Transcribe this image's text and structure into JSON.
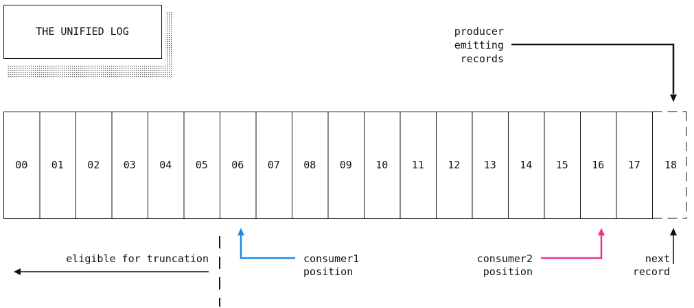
{
  "title": "THE UNIFIED LOG",
  "records": [
    "00",
    "01",
    "02",
    "03",
    "04",
    "05",
    "06",
    "07",
    "08",
    "09",
    "10",
    "11",
    "12",
    "13",
    "14",
    "15",
    "16",
    "17"
  ],
  "next_record": "18",
  "producer": {
    "lines": [
      "producer",
      "emitting",
      "records"
    ]
  },
  "truncation_label": "eligible for truncation",
  "consumer1": {
    "lines": [
      "consumer1",
      "position"
    ],
    "points_to": "06",
    "color": "#1e88e5"
  },
  "consumer2": {
    "lines": [
      "consumer2",
      "position"
    ],
    "points_to": "16",
    "color": "#e8338b"
  },
  "next": {
    "lines": [
      "next",
      "record"
    ],
    "points_to": "18"
  }
}
